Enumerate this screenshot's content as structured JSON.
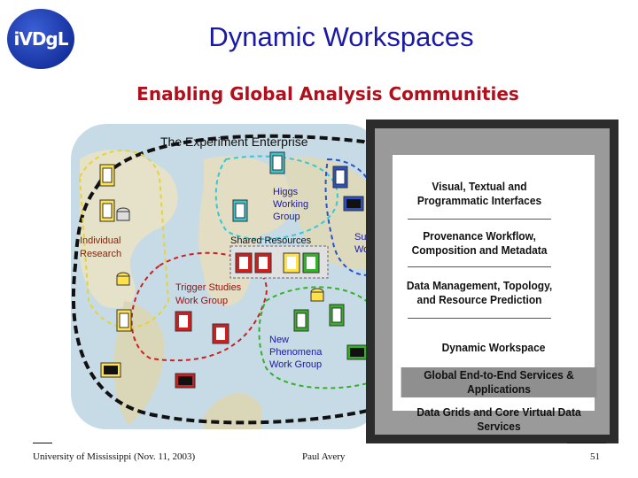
{
  "slide": {
    "logo_text": "iVDgL",
    "title": "Dynamic Workspaces",
    "subtitle": "Enabling Global Analysis Communities"
  },
  "map": {
    "enterprise_label": "The Experiment  Enterprise",
    "higgs_label": "Higgs\nWorking\nGroup",
    "shared_label": "Shared Resources",
    "individual_label": "Individual\nResearch",
    "trigger_label": "Trigger Studies\nWork Group",
    "new_label": "New\nPhenomena\nWork Group",
    "su_label": "Su\nWo"
  },
  "stack": {
    "layer1": "Visual, Textual and\nProgrammatic Interfaces",
    "layer2": "Provenance Workflow,\nComposition and Metadata",
    "layer3": "Data Management, Topology,\nand Resource Prediction",
    "layer4": "Dynamic Workspace",
    "layer5": "Global End-to-End Services & Applications",
    "layer6": "Data Grids and Core Virtual Data Services"
  },
  "footer": {
    "left": "University of Mississippi (Nov. 11, 2003)",
    "center": "Paul Avery",
    "right": "51"
  }
}
